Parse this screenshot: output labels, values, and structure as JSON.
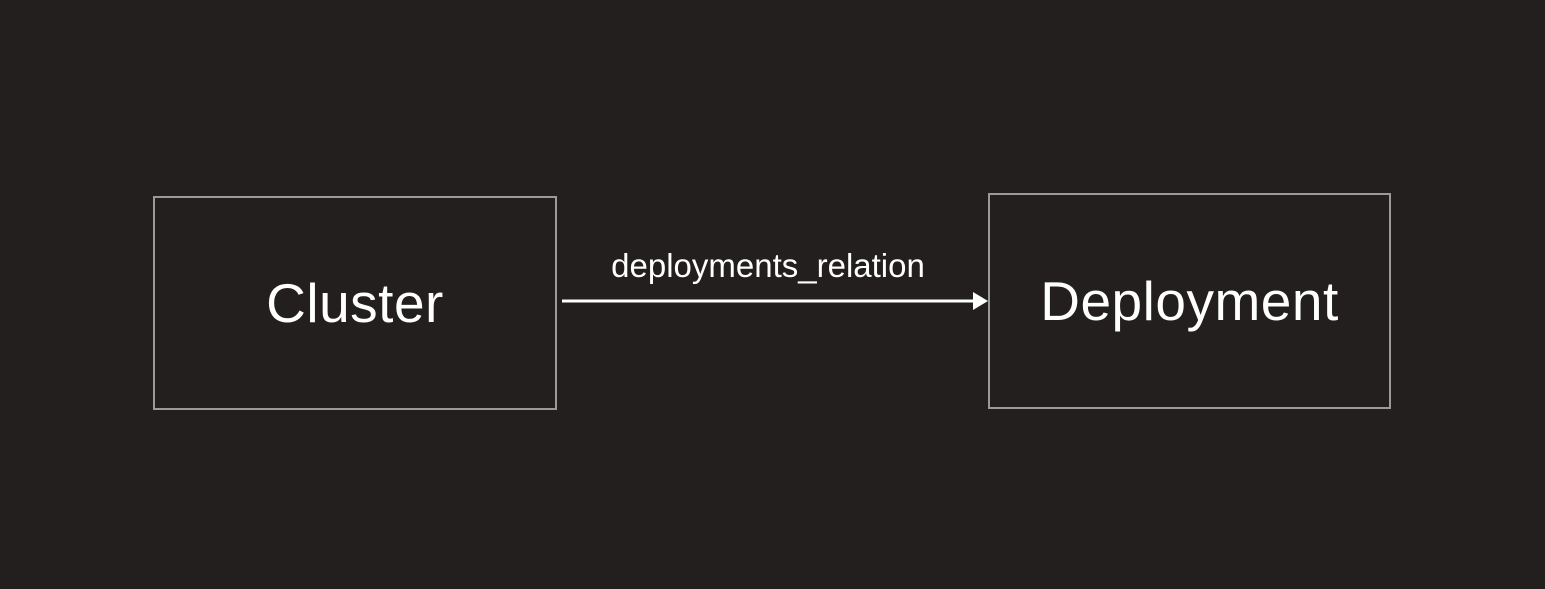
{
  "diagram": {
    "type": "entity-relation",
    "background_color": "#221f1e",
    "node_border_color": "#9c9a99",
    "text_color": "#ffffff",
    "arrow_color": "#ffffff",
    "nodes": [
      {
        "id": "cluster",
        "label": "Cluster"
      },
      {
        "id": "deployment",
        "label": "Deployment"
      }
    ],
    "edge": {
      "from": "Cluster",
      "to": "Deployment",
      "label": "deployments_relation",
      "direction": "left-to-right"
    }
  }
}
